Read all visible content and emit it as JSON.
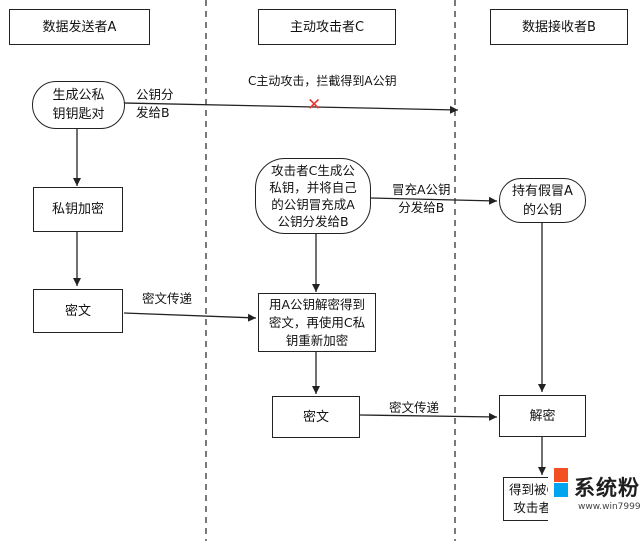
{
  "lanes": {
    "sender": "数据发送者A",
    "attacker": "主动攻击者C",
    "receiver": "数据接收者B"
  },
  "nodes": {
    "gen_keys": "生成公私\n钥钥匙对",
    "private_encrypt": "私钥加密",
    "cipher_a": "密文",
    "attacker_gen": "攻击者C生成公\n私钥，并将自己\n的公钥冒充成A\n公钥分发给B",
    "attacker_reencrypt": "用A公钥解密得到\n密文，再使用C私\n钥重新加密",
    "cipher_c": "密文",
    "fake_key": "持有假冒A\n的公钥",
    "decrypt": "解密",
    "result": "得到被C修\n攻击者的"
  },
  "edges": {
    "send_pubkey": "公钥分\n发给B",
    "intercept": "C主动攻击，拦截得到A公钥",
    "impersonate": "冒充A公钥\n分发给B",
    "transmit_1": "密文传递",
    "transmit_2": "密文传递",
    "blocked_mark": "✕"
  },
  "watermark": {
    "text": "系统粉",
    "url": "www.win7999.com",
    "colors": [
      "#f25022",
      "#7fba00",
      "#00a4ef",
      "#ffb900"
    ]
  },
  "colors": {
    "line": "#222222",
    "blocked": "#e53935"
  }
}
